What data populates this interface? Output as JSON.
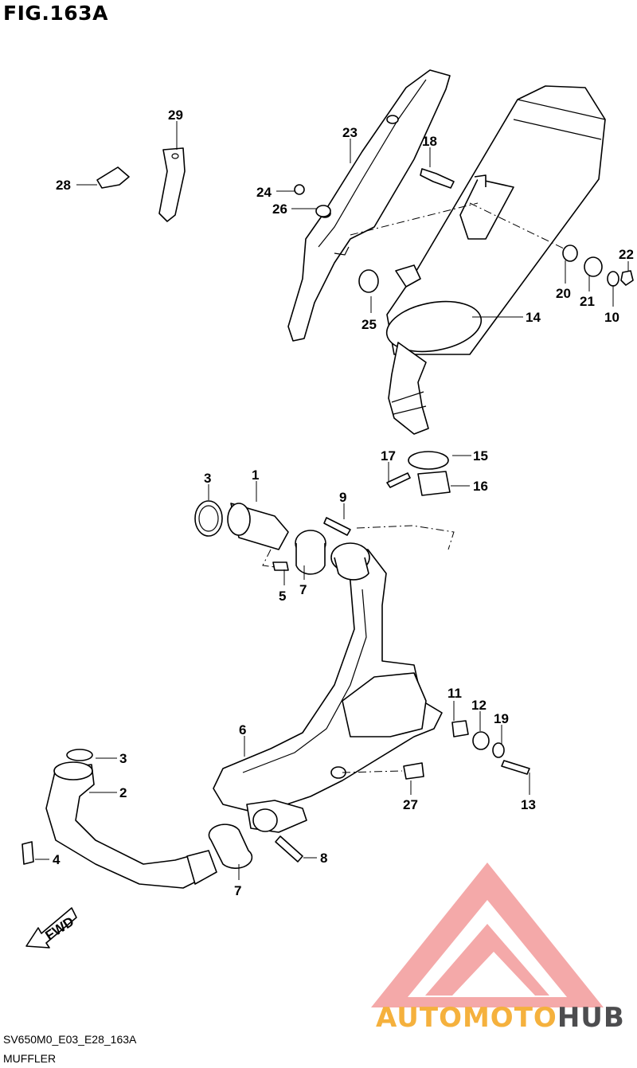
{
  "figure": {
    "title": "FIG.163A",
    "code": "SV650M0_E03_E28_163A",
    "caption": "MUFFLER"
  },
  "direction_label": "FWD",
  "watermark": {
    "part1": "AUTOMOTO",
    "part2": "HUB",
    "colors": {
      "triangle": "#f29a9a",
      "text_orange": "#f5b13d",
      "text_gray": "#4d4d4f"
    }
  },
  "callouts": [
    {
      "id": "c1",
      "n": "1"
    },
    {
      "id": "c2",
      "n": "2"
    },
    {
      "id": "c3a",
      "n": "3"
    },
    {
      "id": "c3b",
      "n": "3"
    },
    {
      "id": "c4",
      "n": "4"
    },
    {
      "id": "c5",
      "n": "5"
    },
    {
      "id": "c6",
      "n": "6"
    },
    {
      "id": "c7a",
      "n": "7"
    },
    {
      "id": "c7b",
      "n": "7"
    },
    {
      "id": "c8",
      "n": "8"
    },
    {
      "id": "c9",
      "n": "9"
    },
    {
      "id": "c10",
      "n": "10"
    },
    {
      "id": "c11",
      "n": "11"
    },
    {
      "id": "c12",
      "n": "12"
    },
    {
      "id": "c13",
      "n": "13"
    },
    {
      "id": "c14",
      "n": "14"
    },
    {
      "id": "c15",
      "n": "15"
    },
    {
      "id": "c16",
      "n": "16"
    },
    {
      "id": "c17",
      "n": "17"
    },
    {
      "id": "c18",
      "n": "18"
    },
    {
      "id": "c19",
      "n": "19"
    },
    {
      "id": "c20",
      "n": "20"
    },
    {
      "id": "c21",
      "n": "21"
    },
    {
      "id": "c22",
      "n": "22"
    },
    {
      "id": "c23",
      "n": "23"
    },
    {
      "id": "c24",
      "n": "24"
    },
    {
      "id": "c25",
      "n": "25"
    },
    {
      "id": "c26",
      "n": "26"
    },
    {
      "id": "c27",
      "n": "27"
    },
    {
      "id": "c28",
      "n": "28"
    },
    {
      "id": "c29",
      "n": "29"
    }
  ]
}
